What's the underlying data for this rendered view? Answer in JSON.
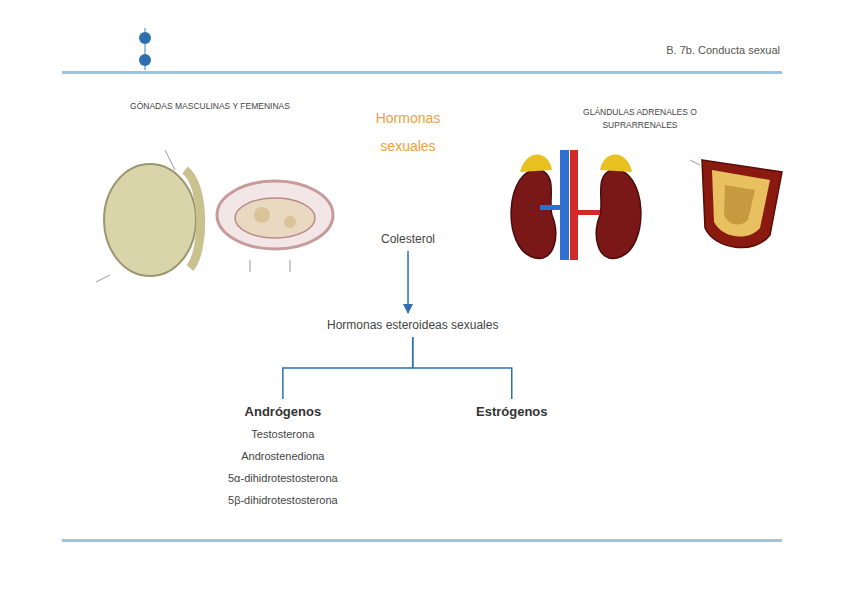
{
  "diagram": {
    "title": "Hormonas sexuales",
    "nodes": [
      {
        "text": [
          "Colesterol"
        ]
      },
      {
        "text": [
          "Hormonas esteroideas sexuales"
        ]
      },
      {
        "text": [
          "Andrógenos",
          "Testosterona",
          "Androstenediona",
          "5α-dihidrotestosterona",
          "5β-dihidrotestosterona"
        ]
      },
      {
        "text": [
          "Estrógenos"
        ]
      }
    ],
    "edges": [
      {
        "from": 0,
        "to": 1,
        "arrow": "to"
      },
      {
        "from": 1,
        "to": 2,
        "arrow": "none"
      },
      {
        "from": 1,
        "to": 3,
        "arrow": "none"
      }
    ],
    "labels": [
      "B. 7b. Conducta sexual",
      "GÓNADAS MASCULINAS Y FEMENINAS",
      "GLÁNDULAS ADRENALES O SUPRARRENALES"
    ]
  }
}
